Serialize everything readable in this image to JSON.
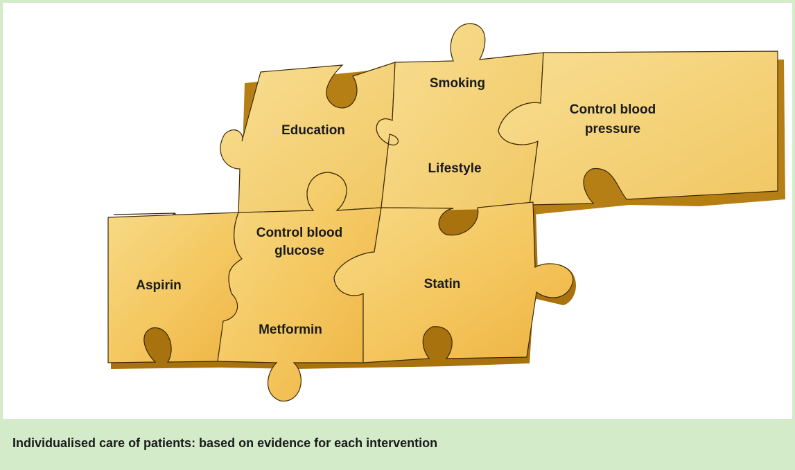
{
  "figure": {
    "colors": {
      "frame": "#d3ebc9",
      "piece_top": "#f5cc6a",
      "piece_top_back": "#f3d27c",
      "piece_side": "#b57f16",
      "seam": "#3b2706",
      "text": "#1a1a1a"
    },
    "pieces": {
      "education": "Education",
      "smoking": "Smoking",
      "lifestyle": "Lifestyle",
      "control_bp_line1": "Control blood",
      "control_bp_line2": "pressure",
      "control_glucose_line1": "Control blood",
      "control_glucose_line2": "glucose",
      "aspirin": "Aspirin",
      "metformin": "Metformin",
      "statin": "Statin"
    }
  },
  "caption": "Individualised care of patients: based on evidence for each intervention"
}
